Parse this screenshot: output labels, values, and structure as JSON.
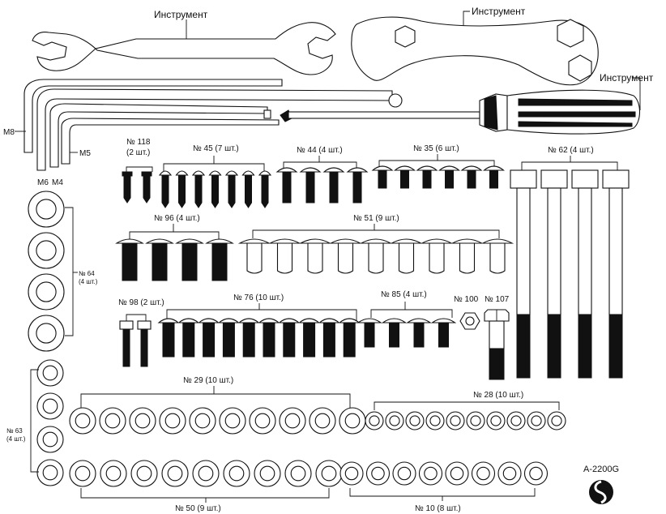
{
  "tools": {
    "wrench1_label": "Инструмент",
    "wrench2_label": "Инструмент",
    "screwdriver_label": "Инструмент"
  },
  "hex_keys": {
    "m8": "M8",
    "m6": "M6",
    "m5": "M5",
    "m4": "M4"
  },
  "parts": {
    "p118": {
      "label": "№ 118",
      "qty": "(2 шт.)"
    },
    "p45": {
      "label": "№ 45 (7 шт.)"
    },
    "p44": {
      "label": "№ 44 (4 шт.)"
    },
    "p35": {
      "label": "№ 35 (6 шт.)"
    },
    "p62": {
      "label": "№ 62 (4 шт.)"
    },
    "p96": {
      "label": "№ 96 (4 шт.)"
    },
    "p51": {
      "label": "№ 51 (9 шт.)"
    },
    "p64": {
      "label": "№ 64",
      "qty": "(4 шт.)"
    },
    "p98": {
      "label": "№ 98 (2 шт.)"
    },
    "p76": {
      "label": "№ 76 (10 шт.)"
    },
    "p85": {
      "label": "№ 85 (4 шт.)"
    },
    "p100": {
      "label": "№ 100"
    },
    "p107": {
      "label": "№ 107"
    },
    "p29": {
      "label": "№ 29 (10 шт.)"
    },
    "p28": {
      "label": "№ 28 (10 шт.)"
    },
    "p63": {
      "label": "№ 63",
      "qty": "(4 шт.)"
    },
    "p50": {
      "label": "№ 50 (9 шт.)"
    },
    "p10": {
      "label": "№ 10 (8 шт.)"
    }
  },
  "model_code": "A-2200G",
  "colors": {
    "ink": "#111111",
    "background": "#ffffff"
  },
  "icons": [
    "open-end-wrench-icon",
    "hex-wrench-icon",
    "hex-key-icon",
    "screwdriver-icon",
    "bolt-icon",
    "washer-icon",
    "nut-icon",
    "brand-logo-icon"
  ]
}
